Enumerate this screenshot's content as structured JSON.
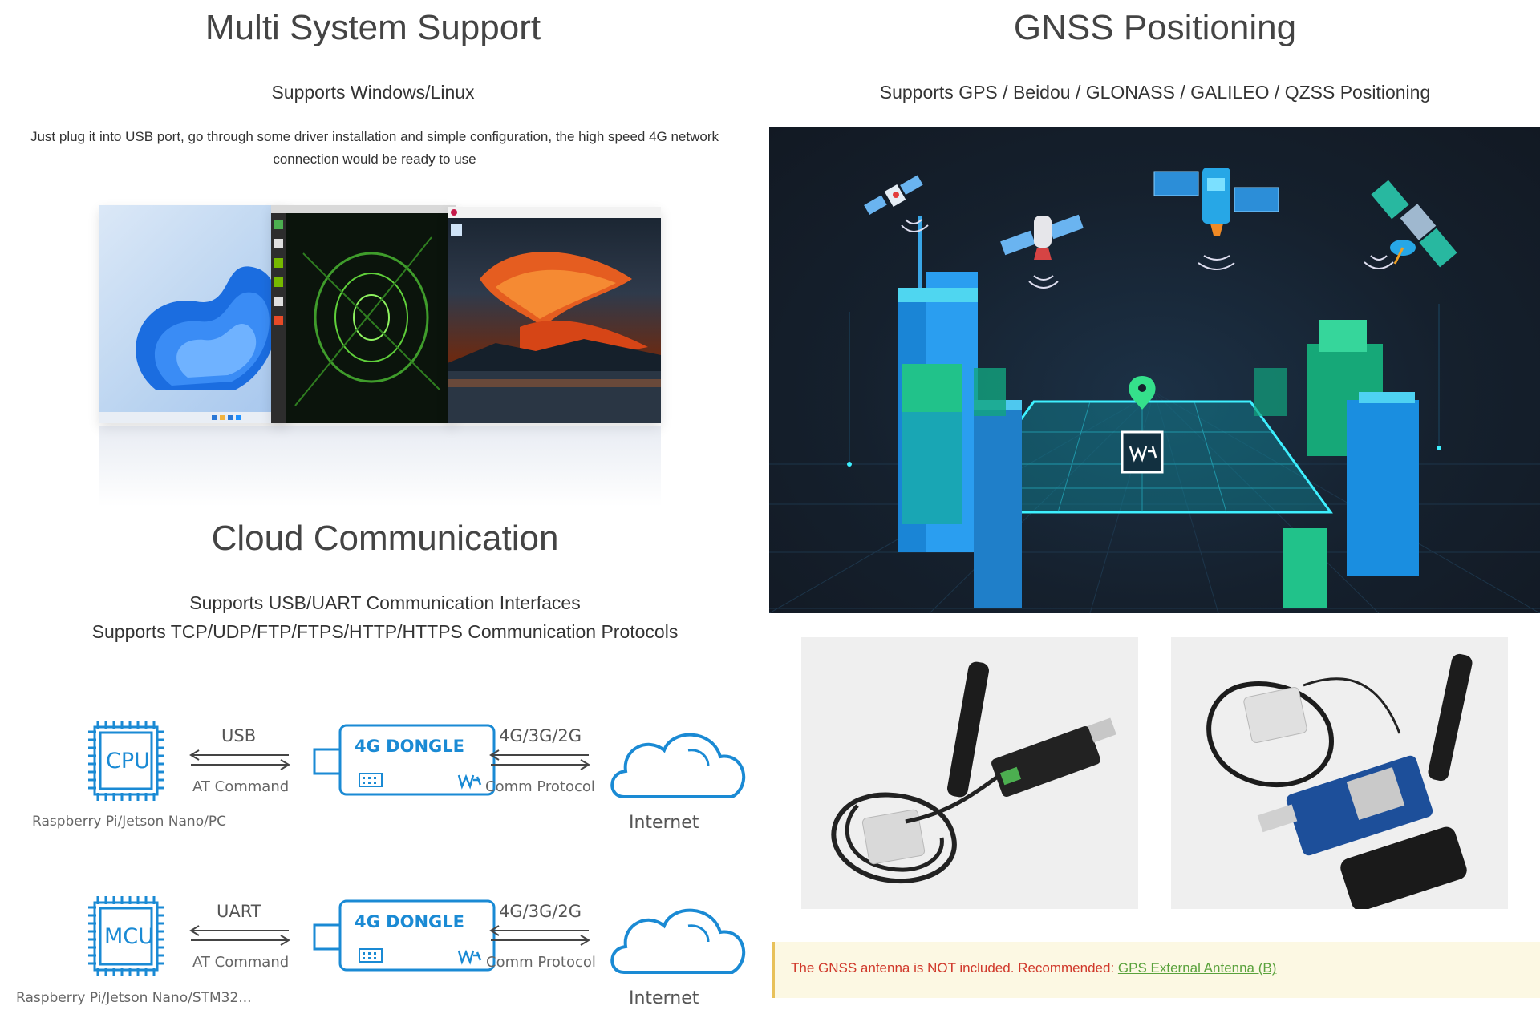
{
  "left": {
    "multi": {
      "title": "Multi System Support",
      "subtitle": "Supports Windows/Linux",
      "description": "Just plug it into USB port, go through some driver installation and simple configuration, the high speed 4G network connection would be ready to use"
    },
    "cloud": {
      "title": "Cloud Communication",
      "line1": "Supports USB/UART Communication Interfaces",
      "line2": "Supports TCP/UDP/FTP/FTPS/HTTP/HTTPS Communication Protocols"
    },
    "flow1": {
      "chip": "CPU",
      "interface": "USB",
      "command": "AT Command",
      "dongle": "4G DONGLE",
      "network": "4G/3G/2G",
      "protocol": "Comm Protocol",
      "host": "Raspberry Pi/Jetson Nano/PC",
      "cloud": "Internet"
    },
    "flow2": {
      "chip": "MCU",
      "interface": "UART",
      "command": "AT Command",
      "dongle": "4G DONGLE",
      "network": "4G/3G/2G",
      "protocol": "Comm Protocol",
      "host": "Raspberry Pi/Jetson Nano/STM32...",
      "cloud": "Internet"
    }
  },
  "right": {
    "gnss": {
      "title": "GNSS Positioning",
      "subtitle": "Supports GPS / Beidou / GLONASS / GALILEO / QZSS Positioning"
    },
    "notice": {
      "text": "The GNSS antenna is NOT included. Recommended: ",
      "link": "GPS External Antenna (B)"
    }
  },
  "colors": {
    "accent_blue": "#1a8ad4",
    "notice_bg": "#fcf8e3",
    "notice_text": "#d0392b",
    "link_green": "#5aa23c"
  }
}
